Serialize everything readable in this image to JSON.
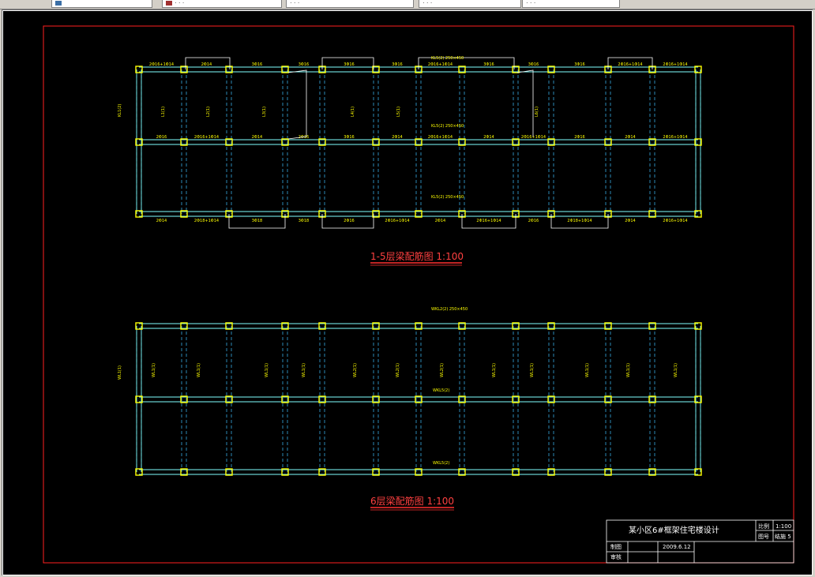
{
  "window": {
    "tabs": [
      {
        "label": "",
        "icon": "grid-icon"
      },
      {
        "label": "· · ·",
        "icon": "cad-file-icon"
      },
      {
        "label": "· · ·",
        "icon": ""
      },
      {
        "label": "· · ·",
        "icon": ""
      },
      {
        "label": "· · ·",
        "icon": ""
      }
    ]
  },
  "drawing": {
    "plan1": {
      "title": "1-5层梁配筋图  1:100",
      "top_labels": [
        "2Φ16+1Φ14",
        "2Φ14",
        "3Φ16",
        "3Φ16",
        "3Φ16",
        "3Φ16",
        "2Φ16+1Φ14",
        "3Φ16",
        "3Φ16",
        "3Φ16",
        "2Φ16+1Φ14",
        "2Φ16+1Φ14"
      ],
      "mid_labels": [
        "2Φ16",
        "2Φ16+1Φ14",
        "2Φ14",
        "2Φ16",
        "3Φ16",
        "2Φ14",
        "2Φ16+1Φ14",
        "2Φ14",
        "2Φ16+1Φ14",
        "2Φ16",
        "2Φ14",
        "2Φ16+1Φ14",
        "2Φ16"
      ],
      "bottom_labels": [
        "2Φ14",
        "2Φ18+1Φ14",
        "3Φ18",
        "3Φ18",
        "2Φ16",
        "2Φ16+1Φ14",
        "2Φ14",
        "2Φ16+1Φ14",
        "2Φ16",
        "2Φ18+1Φ14",
        "2Φ14",
        "2Φ16+1Φ14",
        "2Φ14"
      ],
      "beam_notes": [
        "KL1(2)",
        "L1(1)",
        "L2(1)",
        "L3(1)",
        "L4(1)",
        "L5(1)",
        "L6(1)"
      ],
      "callout_top": "KL5(2)  250×450",
      "callout_mid": "KL5(2)  250×450",
      "callout_bot": "KL5(2)  250×450"
    },
    "plan2": {
      "title": "6层梁配筋图  1:100",
      "callout_top": "WKL2(2)  250×450",
      "wl_labels": [
        "WL1(1)",
        "WL1(1)",
        "WL1(1)",
        "WL1(1)",
        "WL2(1)",
        "WL2(1)",
        "WL2(1)",
        "WL1(1)",
        "WL1(1)",
        "WL1(1)",
        "WL1(1)",
        "WL1(1)"
      ],
      "center_label_1": "WKL5(2)",
      "center_label_2": "WKL5(2)"
    },
    "title_block": {
      "project_title": "某小区6#框架住宅楼设计",
      "scale_label": "比例",
      "scale_value": "1:100",
      "drawing_no_label": "图号",
      "drawing_no_value": "结施 5",
      "drawn_by_label": "制图",
      "checked_by_label": "审核",
      "date": "2009.6.12"
    }
  },
  "colors": {
    "background": "#000000",
    "frame": "#ff2020",
    "beam_line": "#7fffff",
    "grid_dashed": "#40c0ff",
    "column": "#ffff00",
    "label": "#ffff00",
    "outline": "#ffffff"
  }
}
